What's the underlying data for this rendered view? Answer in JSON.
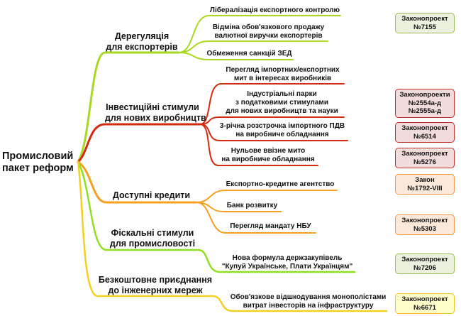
{
  "root": {
    "line1": "Промисловий",
    "line2": "пакет реформ"
  },
  "branches": [
    {
      "line1": "Дерегуляція",
      "line2": "для експортерів",
      "color": "#a8d820",
      "items": [
        {
          "line1": "Лібералізація експортного контролю"
        },
        {
          "line1": "Відміна обов'язкового продажу",
          "line2": "валютної виручки експортерів"
        },
        {
          "line1": "Обмеження санкцій ЗЕД"
        }
      ]
    },
    {
      "line1": "Інвестиційні стимули",
      "line2": "для нових виробництв",
      "color": "#d42a10",
      "items": [
        {
          "line1": "Перегляд імпортних/експортних",
          "line2": "мит в інтересах виробників"
        },
        {
          "line1": "Індустріальні парки",
          "line2": "з податковими стимулами",
          "line3": "для нових виробництв та науки"
        },
        {
          "line1": "3-річна розстрочка імпортного ПДВ",
          "line2": "на виробниче обладнання"
        },
        {
          "line1": "Нульове ввізне мито",
          "line2": "на виробниче обладнання"
        }
      ]
    },
    {
      "line1": "Доступні кредити",
      "color": "#f5a020",
      "items": [
        {
          "line1": "Експортно-кредитне агентство"
        },
        {
          "line1": "Банк розвитку"
        },
        {
          "line1": "Перегляд мандату НБУ"
        }
      ]
    },
    {
      "line1": "Фіскальні стимули",
      "line2": "для промисловості",
      "color": "#8ee020",
      "items": [
        {
          "line1": "Нова формула держзакупівель",
          "line2": "\"Купуй Українське, Плати Українцям\""
        }
      ]
    },
    {
      "line1": "Безкоштовне приєднання",
      "line2": "до інженерних мереж",
      "color": "#f5d020",
      "items": [
        {
          "line1": "Обов'язкове відшкодування монополістами",
          "line2": "витрат інвесторів на інфраструктуру"
        }
      ]
    }
  ],
  "badges": [
    {
      "line1": "Законопроект",
      "line2": "№7155"
    },
    {
      "line1": "Законопроекти",
      "line2": "№2554а-д",
      "line3": "№2555а-д"
    },
    {
      "line1": "Законопроект",
      "line2": "№6514"
    },
    {
      "line1": "Законопроект",
      "line2": "№5276"
    },
    {
      "line1": "Закон",
      "line2": "№1792-VIII"
    },
    {
      "line1": "Законопроект",
      "line2": "№5303"
    },
    {
      "line1": "Законопроект",
      "line2": "№7206"
    },
    {
      "line1": "Законопроект",
      "line2": "№6671"
    }
  ]
}
